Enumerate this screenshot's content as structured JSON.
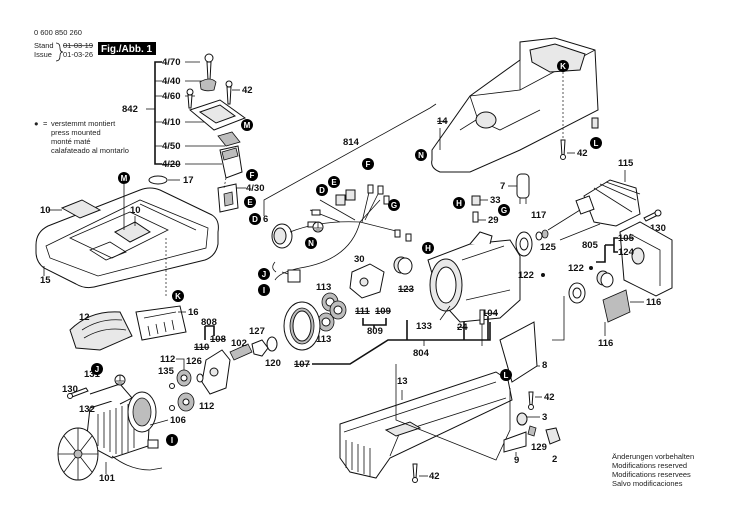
{
  "header": {
    "part_number": "0 600 850 260",
    "stand_label": "Stand",
    "issue_label": "Issue",
    "stand_date": "01-03-19",
    "issue_date": "01-03-26",
    "figure_label": "Fig./Abb. 1"
  },
  "legend": {
    "symbol": "●",
    "equals": "=",
    "lines": [
      "verstemmt montiert",
      "press mounted",
      "monté maté",
      "calafateado al montarlo"
    ]
  },
  "footer": {
    "lines": [
      "Änderungen vorbehalten",
      "Modifications reserved",
      "Modifications reservees",
      "Salvo modificaciones"
    ]
  },
  "switch_group": {
    "group_label": "842",
    "items": [
      "4/70",
      "4/40",
      "4/60",
      "4/10",
      "4/50",
      "4/20"
    ],
    "extra": [
      "42",
      "4/30",
      "17"
    ]
  },
  "callouts": {
    "c814": "814",
    "c14": "14",
    "c42a": "42",
    "c115": "115",
    "c33": "33",
    "c7": "7",
    "c29": "29",
    "c117": "117",
    "c125": "125",
    "c130a": "130",
    "c805": "805",
    "c105": "105",
    "c124": "124",
    "c122a": "122",
    "c122b": "122",
    "c116a": "116",
    "c116b": "116",
    "c10a": "10",
    "c10b": "10",
    "c15": "15",
    "c6": "6",
    "c30": "30",
    "c113a": "113",
    "c113b": "113",
    "c123": "123",
    "c111": "111",
    "c109": "109",
    "c809": "809",
    "c133": "133",
    "c104": "104",
    "c24": "24",
    "c804": "804",
    "c107": "107",
    "c12": "12",
    "c16": "16",
    "c808": "808",
    "c110": "110",
    "c108": "108",
    "c127": "127",
    "c102": "102",
    "c120": "120",
    "c112a": "112",
    "c126": "126",
    "c135": "135",
    "c112b": "112",
    "c131": "131",
    "c130b": "130",
    "c132": "132",
    "c106": "106",
    "c101": "101",
    "c13": "13",
    "c8": "8",
    "c42b": "42",
    "c3": "3",
    "c129": "129",
    "c9": "9",
    "c2": "2",
    "c42c": "42"
  },
  "markers": {
    "M1": "M",
    "M2": "M",
    "F1": "F",
    "F2": "F",
    "E1": "E",
    "E2": "E",
    "D1": "D",
    "D2": "D",
    "K1": "K",
    "K2": "K",
    "N1": "N",
    "N2": "N",
    "L1": "L",
    "L2": "L",
    "G1": "G",
    "G2": "G",
    "H1": "H",
    "H2": "H",
    "J1": "J",
    "J2": "J",
    "I1": "I",
    "I2": "I"
  }
}
